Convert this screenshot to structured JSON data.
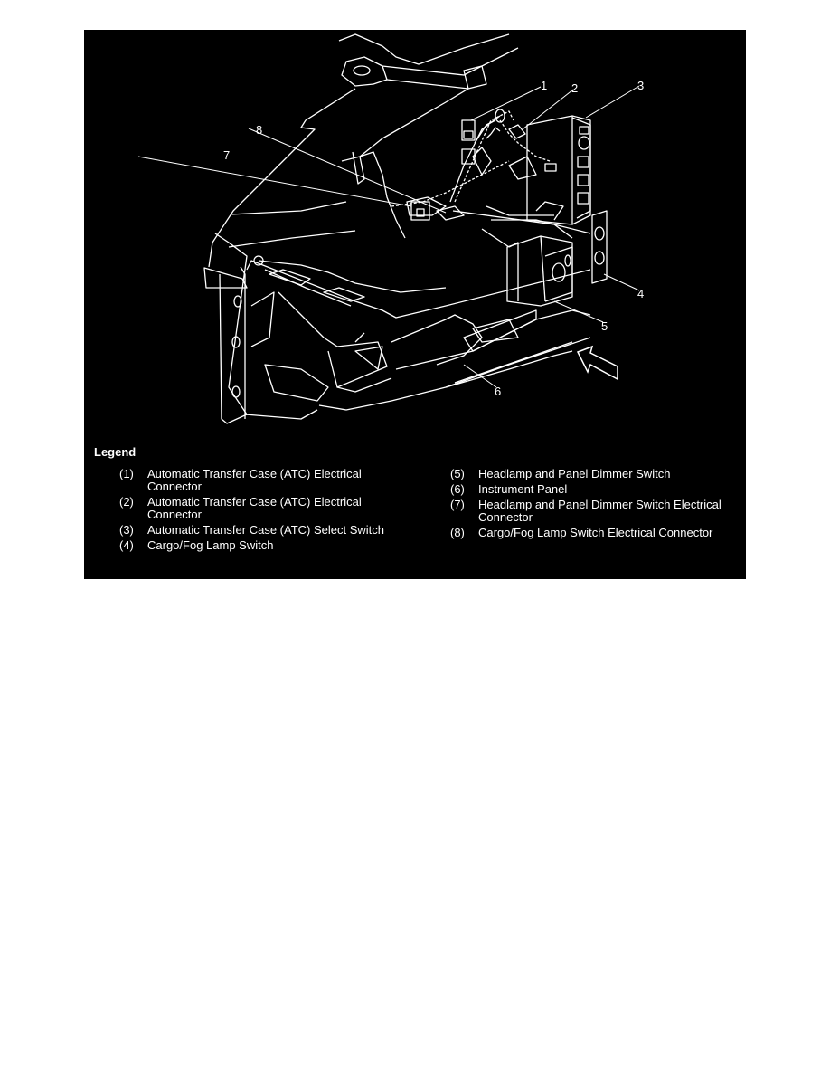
{
  "figure": {
    "background_color": "#000000",
    "line_color": "#ffffff",
    "callouts": [
      {
        "id": "1",
        "label": "1"
      },
      {
        "id": "2",
        "label": "2"
      },
      {
        "id": "3",
        "label": "3"
      },
      {
        "id": "4",
        "label": "4"
      },
      {
        "id": "5",
        "label": "5"
      },
      {
        "id": "6",
        "label": "6"
      },
      {
        "id": "7",
        "label": "7"
      },
      {
        "id": "8",
        "label": "8"
      }
    ],
    "view_arrow": "view-direction-arrow"
  },
  "legend": {
    "title": "Legend",
    "left": [
      {
        "num": "(1)",
        "text": "Automatic Transfer Case (ATC) Electrical Connector"
      },
      {
        "num": "(2)",
        "text": "Automatic Transfer Case (ATC) Electrical Connector"
      },
      {
        "num": "(3)",
        "text": "Automatic Transfer Case (ATC) Select Switch"
      },
      {
        "num": "(4)",
        "text": "Cargo/Fog Lamp Switch"
      }
    ],
    "right": [
      {
        "num": "(5)",
        "text": "Headlamp and Panel Dimmer Switch"
      },
      {
        "num": "(6)",
        "text": "Instrument Panel"
      },
      {
        "num": "(7)",
        "text": "Headlamp and Panel Dimmer Switch Electrical Connector"
      },
      {
        "num": "(8)",
        "text": "Cargo/Fog Lamp Switch Electrical Connector"
      }
    ]
  }
}
